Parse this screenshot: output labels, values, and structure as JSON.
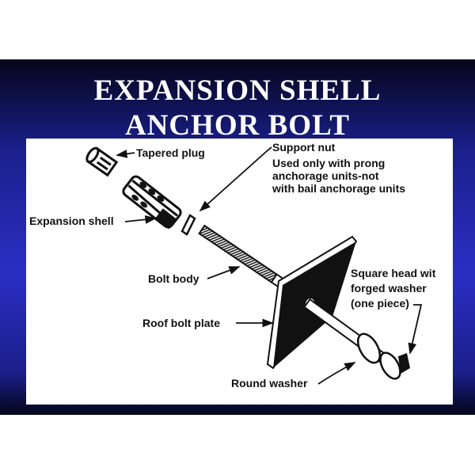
{
  "title": {
    "line1": "EXPANSION SHELL",
    "line2": "ANCHOR BOLT"
  },
  "labels": {
    "tapered_plug": "Tapered plug",
    "expansion_shell": "Expansion shell",
    "support_nut": "Support nut",
    "support_nut_note": [
      "Used only with prong",
      "anchorage units-not",
      "with bail anchorage units"
    ],
    "bolt_body": "Bolt body",
    "roof_bolt_plate": "Roof bolt plate",
    "square_head": [
      "Square head wit",
      "forged washer",
      "(one piece)"
    ],
    "round_washer": "Round washer"
  }
}
